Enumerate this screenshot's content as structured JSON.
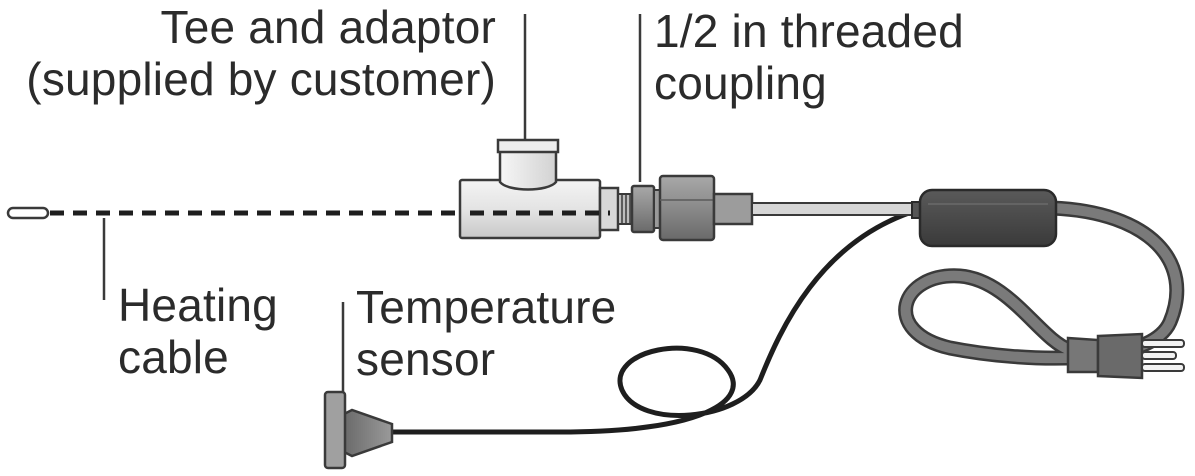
{
  "labels": {
    "tee_adaptor": {
      "line1": "Tee and adaptor",
      "line2": "(supplied by customer)"
    },
    "coupling": {
      "line1": "1/2 in threaded",
      "line2": "coupling"
    },
    "heating_cable": {
      "line1": "Heating",
      "line2": "cable"
    },
    "temperature_sensor": {
      "line1": "Temperature",
      "line2": "sensor"
    }
  },
  "colors": {
    "text": "#2b2b2b",
    "outline": "#3a3a3a",
    "controller_body": "#4a4a4a",
    "power_cord": "#6e6e6e",
    "fitting_fill": "#e6e6e6",
    "coupling_fill": "#8c8c8c"
  },
  "icons": {
    "controller": "controller-box-icon",
    "plug": "power-plug-icon",
    "sensor": "temperature-sensor-icon"
  }
}
